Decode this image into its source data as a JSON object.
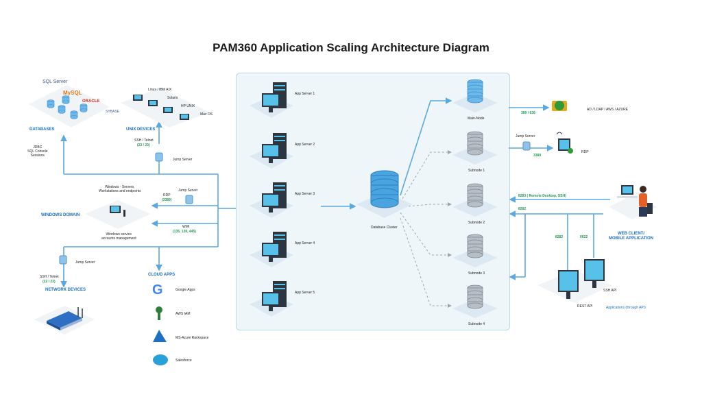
{
  "title": "PAM360 Application Scaling Architecture Diagram",
  "databases": {
    "logos": [
      "SQL Server",
      "MySQL",
      "ORACLE",
      "SYBASE"
    ],
    "label": "DATABASES",
    "link_label": "JDBC\nSQL Console\nSessions"
  },
  "unix": {
    "label": "UNIX DEVICES",
    "items": [
      "Linux / IBM AIX",
      "Solaris",
      "HP UNIX",
      "Mac OS"
    ],
    "protocol": "SSH / Telnet",
    "ports": "(22 / 23)",
    "jump_server": "Jump Server"
  },
  "windows": {
    "label": "WINDOWS DOMAIN",
    "desc": "Windows - Servers,\nWorkstations and endpoints",
    "service": "Windows service\naccounts management",
    "jump_server": "Jump Server",
    "rdp": "RDP",
    "rdp_port": "(3389)",
    "wmi": "WMI",
    "wmi_ports": "(135, 139, 445)"
  },
  "network": {
    "label": "NETWORK DEVICES",
    "jump_server": "Jump Server",
    "protocol": "SSH / Telnet",
    "ports": "(22 / 23)"
  },
  "cloud": {
    "label": "CLOUD APPS",
    "items": [
      "Google Apps",
      "AWS IAM",
      "MS-Azure Rackspace",
      "Salesforce"
    ],
    "logos": [
      "google",
      "aws",
      "azure",
      "salesforce"
    ]
  },
  "servers": [
    "App Server 1",
    "App Server 2",
    "App Server 3",
    "App Server 4",
    "App Server 5"
  ],
  "cluster": "Database Cluster",
  "nodes": [
    "Main-Node",
    "Subnode 1",
    "Subnode 2",
    "Subnode 3",
    "Subnode 4"
  ],
  "ad": {
    "ports": "389 / 636",
    "label": "AD / LDAP / AWS / AZURE"
  },
  "rdp": {
    "jump_server": "Jump Server",
    "port": "3389",
    "label": "RDP"
  },
  "web": {
    "remote": "8283 ( Remote Desktop, SSH)",
    "port": "8282",
    "label": "WEB CLIENT/\nMOBILE APPLICATION"
  },
  "api": {
    "port_rest": "8282",
    "port_ssh": "6622",
    "rest": "REST API",
    "ssh": "SSH API",
    "label": "Applications (through API)"
  },
  "colors": {
    "accent": "#1a6dc4",
    "port": "#1f9a52",
    "line": "#5aa8e0",
    "panel": "#eef6fa"
  }
}
